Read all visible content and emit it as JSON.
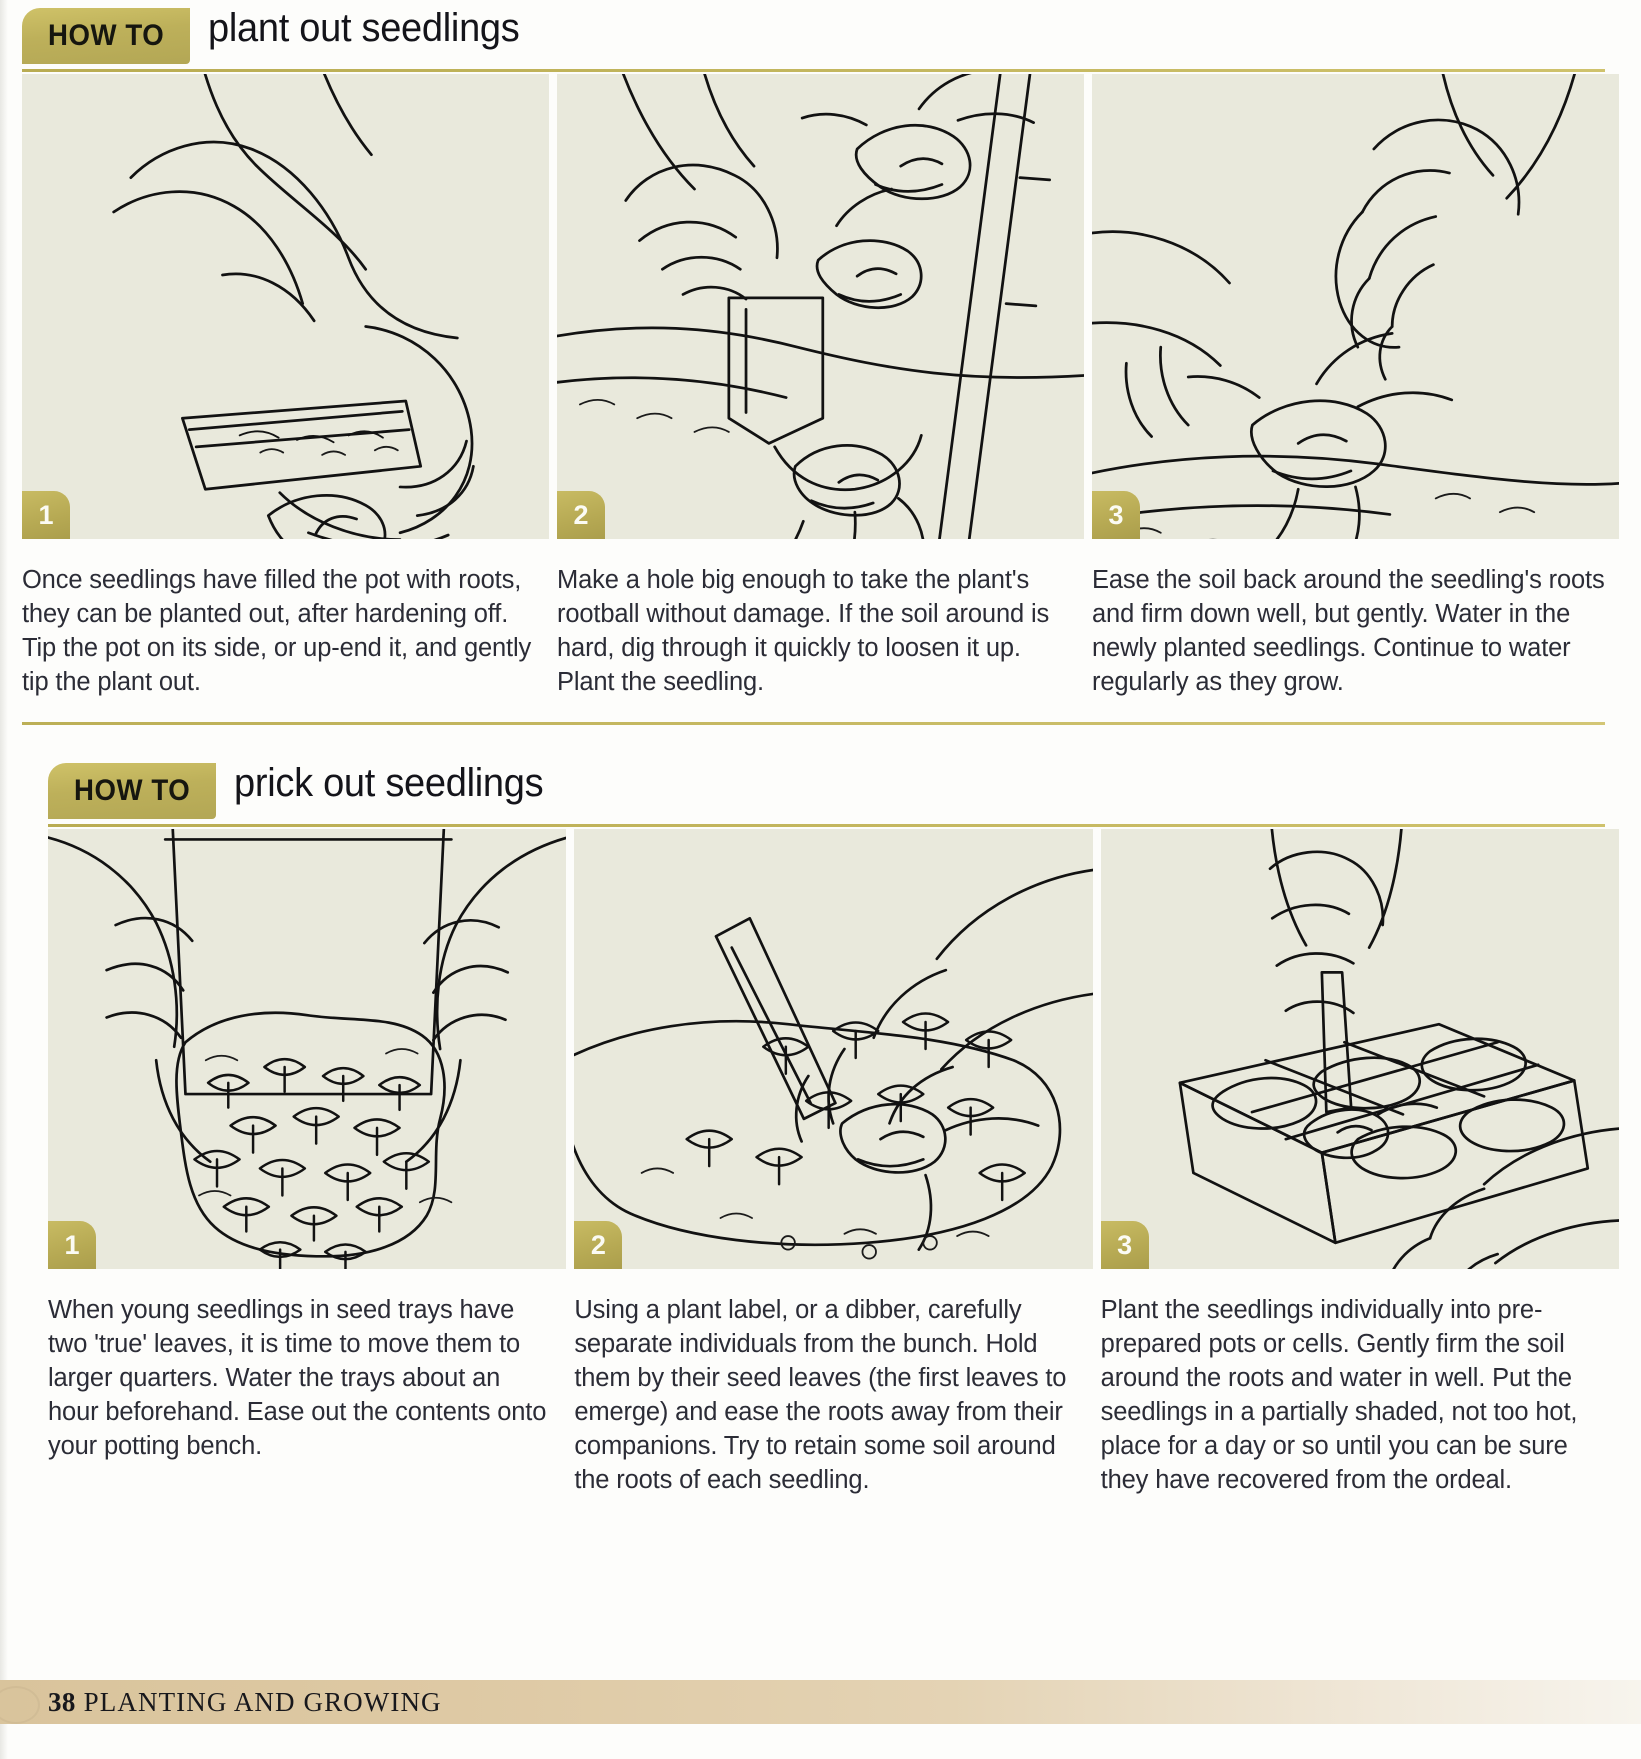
{
  "page": {
    "background_color": "#fdfdfb",
    "panel_background_color": "#e9e9dc",
    "accent_olive": "#b6a953",
    "accent_rule": "#c4b75f",
    "footer_band_color": "#ddc9a3",
    "text_color": "#2b2c36"
  },
  "sections": [
    {
      "id": "plant-out-seedlings",
      "header": {
        "tab_label": "HOW TO",
        "title": "plant out seedlings"
      },
      "steps": [
        {
          "number": "1",
          "badge": "1",
          "illustration": "hand tipping a pot on its side with seedling emerging",
          "caption": "Once seedlings have filled the pot with roots, they can be planted out, after hardening off. Tip the pot on its side, or up-end it, and gently tip the plant out."
        },
        {
          "number": "2",
          "badge": "2",
          "illustration": "hand using a trowel to dig a planting hole in soil beside a seedling",
          "caption": "Make a hole big enough to take the plant's rootball without damage. If the soil around is hard, dig through it quickly to loosen it up. Plant the seedling."
        },
        {
          "number": "3",
          "badge": "3",
          "illustration": "two hands firming soil around a newly planted seedling",
          "caption": "Ease the soil back around the seedling's roots and firm down well, but gently. Water in the newly planted seedlings. Continue to water regularly as they grow."
        }
      ]
    },
    {
      "id": "prick-out-seedlings",
      "header": {
        "tab_label": "HOW TO",
        "title": "prick out seedlings"
      },
      "steps": [
        {
          "number": "1",
          "badge": "1",
          "illustration": "two hands easing a block of compost full of seedlings out of a seed tray",
          "caption": "When young seedlings in seed trays have two 'true' leaves, it is time to move them to larger quarters. Water the trays about an hour beforehand. Ease out the contents onto your potting bench."
        },
        {
          "number": "2",
          "badge": "2",
          "illustration": "hand using a plant label to separate an individual seedling from the clump",
          "caption": "Using a plant label, or a dibber, carefully separate individuals from the bunch. Hold them by their seed leaves (the first leaves to emerge) and ease the roots away from their companions. Try to retain some soil around the roots of each seedling."
        },
        {
          "number": "3",
          "badge": "3",
          "illustration": "hand using a dibber to plant a seedling into a cell tray",
          "caption": "Plant the seedlings individually into pre-prepared pots or cells. Gently firm the soil around the roots and water in well. Put the seedlings in a partially shaded, not too hot, place for a day or so until you can be sure they have recovered from the ordeal."
        }
      ]
    }
  ],
  "footer": {
    "page_number": "38",
    "chapter": "PLANTING AND GROWING"
  }
}
